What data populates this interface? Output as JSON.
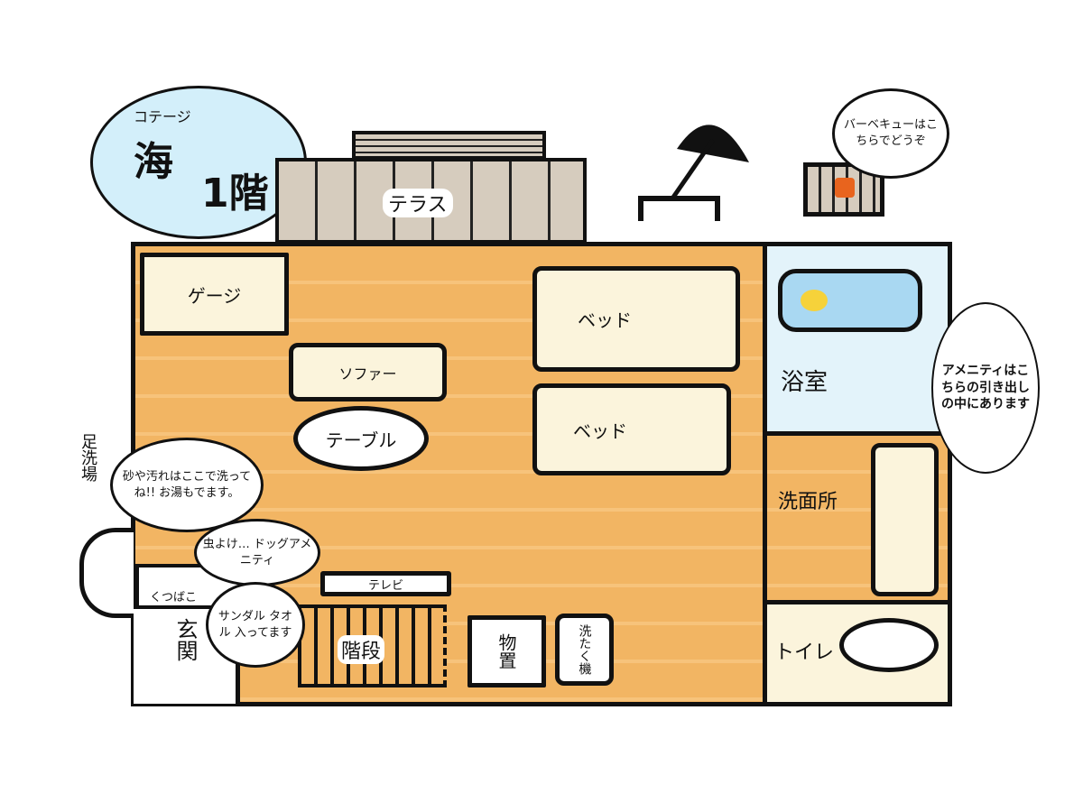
{
  "title": {
    "sub": "コテージ",
    "name": "海",
    "floor": "1階"
  },
  "outdoor": {
    "terrace": "テラス",
    "bbq_note": "バーベキューはこちらでどうぞ",
    "footwash": "足洗場",
    "footwash_note": "砂や汚れはここで洗ってね!! お湯もでます。"
  },
  "rooms": {
    "cage": "ゲージ",
    "sofa": "ソファー",
    "table": "テーブル",
    "bed1": "ベッド",
    "bed2": "ベッド",
    "bath": "浴室",
    "washroom": "洗面所",
    "toilet": "トイレ",
    "tv": "テレビ",
    "stairs": "階段",
    "storage": "物置",
    "washer": "洗たく機",
    "shoebox": "くつばこ",
    "entrance": "玄関"
  },
  "notes": {
    "amenity": "アメニティはこちらの引き出しの中にあります",
    "dog": "虫よけ… ドッグアメニティ",
    "sandal": "サンダル タオル 入ってます"
  },
  "colors": {
    "floor": "#F2B563",
    "bath": "#E3F3FA",
    "title_bubble": "#D3EFFA",
    "terrace": "#D6CCBE",
    "furniture": "#FBF4DC"
  }
}
